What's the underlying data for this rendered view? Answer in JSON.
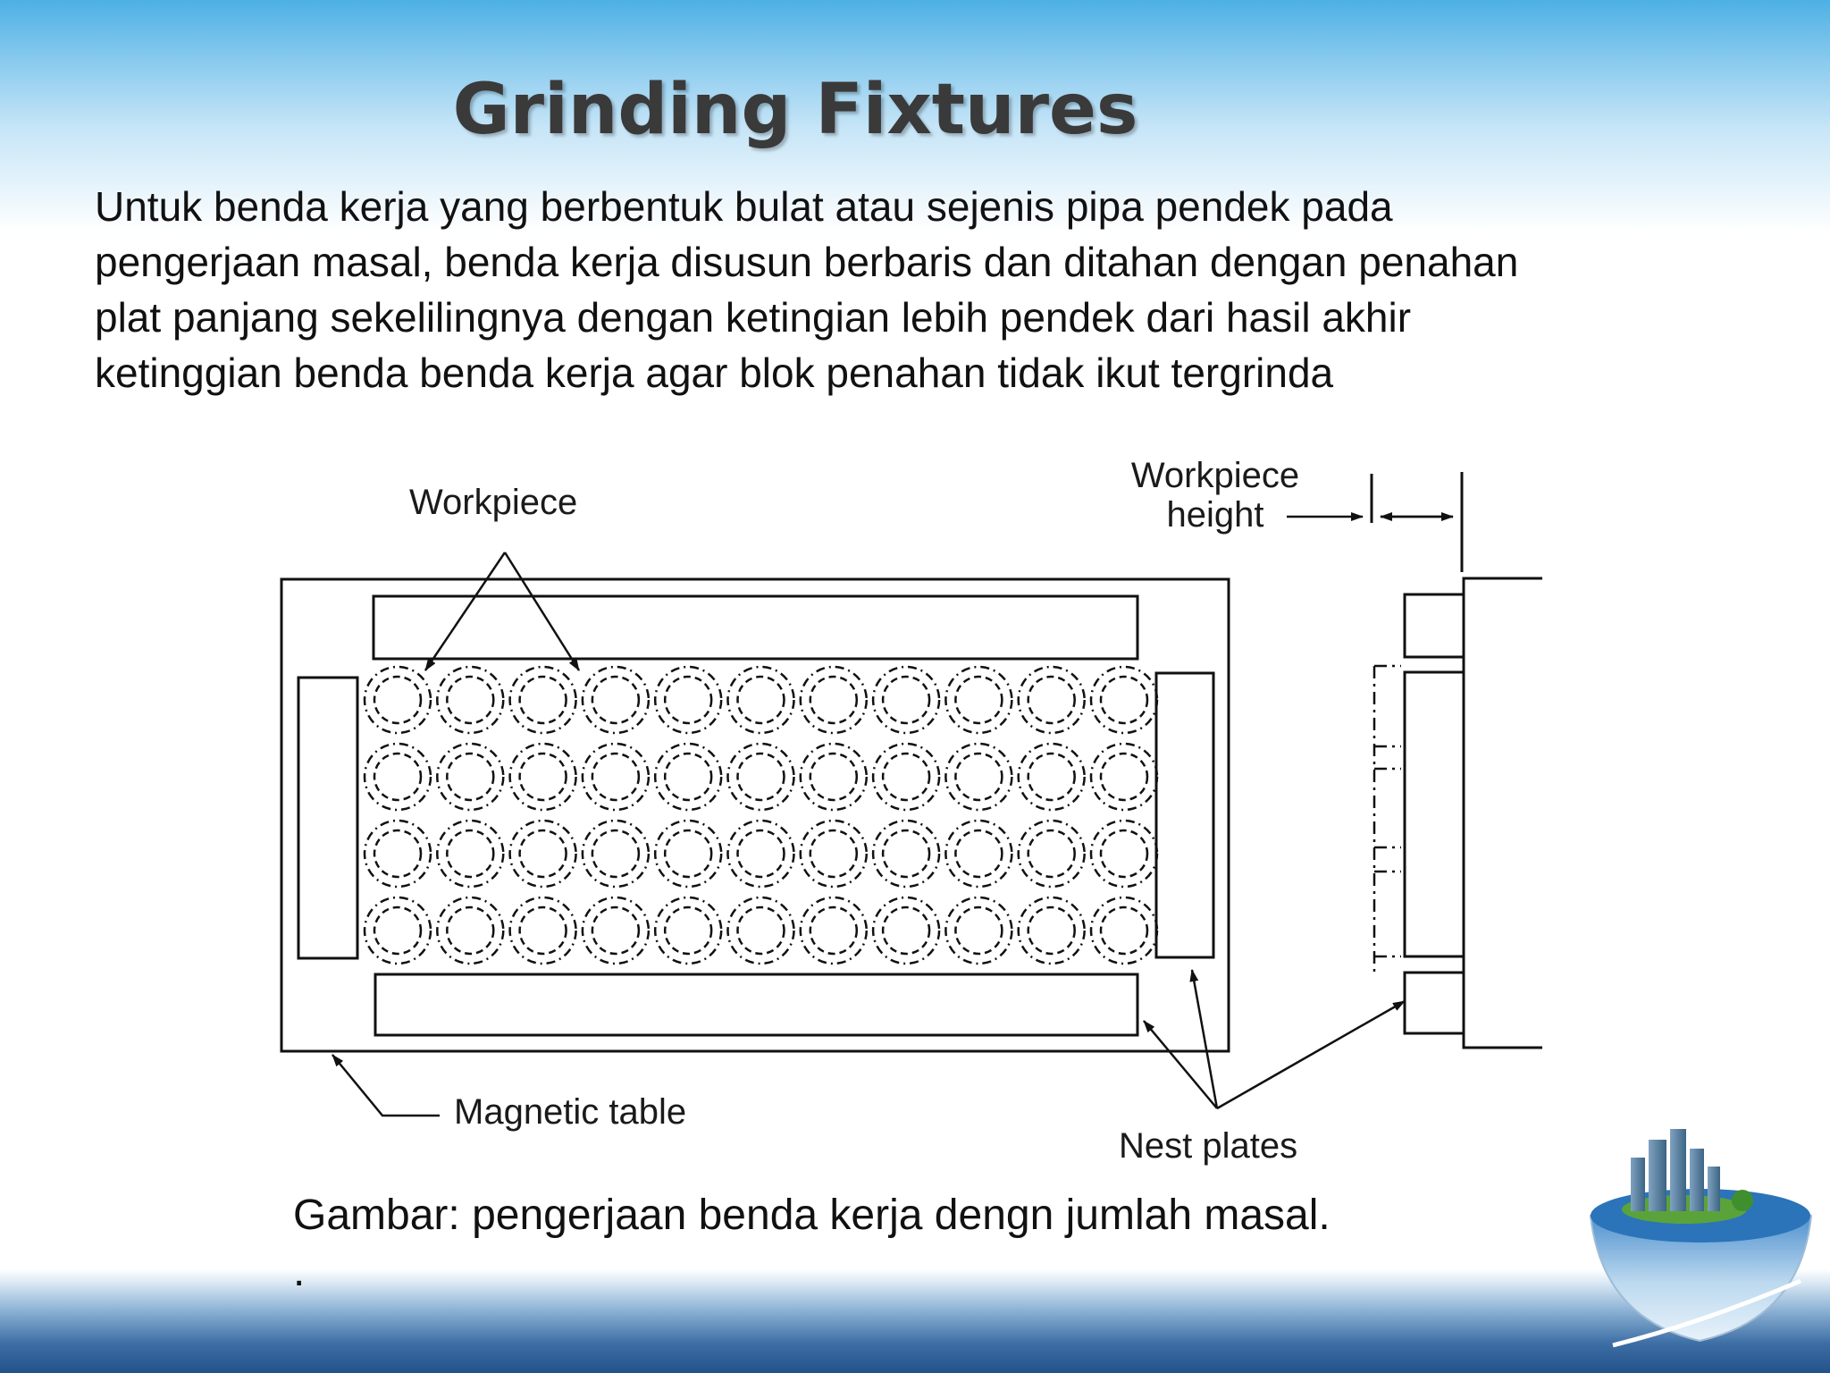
{
  "slide": {
    "title": "Grinding Fixtures",
    "body_lines": [
      "Untuk benda kerja yang berbentuk bulat atau sejenis pipa pendek pada",
      "pengerjaan masal, benda kerja disusun berbaris dan ditahan dengan penahan",
      "plat panjang sekelilingnya dengan ketingian lebih pendek dari hasil akhir",
      "ketinggian benda benda kerja agar blok penahan tidak ikut tergrinda"
    ],
    "caption": "Gambar: pengerjaan benda kerja dengn jumlah masal.",
    "trailing_mark": "."
  },
  "diagram": {
    "labels": {
      "workpiece": "Workpiece",
      "workpiece_height_line1": "Workpiece",
      "workpiece_height_line2": "height",
      "magnetic_table": "Magnetic table",
      "nest_plates": "Nest plates"
    },
    "grid": {
      "rows": 4,
      "columns": 11
    }
  },
  "colors": {
    "header_blue": "#4db0e4",
    "footer_blue": "#23528a",
    "title_text": "#3a3a3a"
  },
  "icons": {
    "corner_graphic": "globe-city-icon"
  }
}
